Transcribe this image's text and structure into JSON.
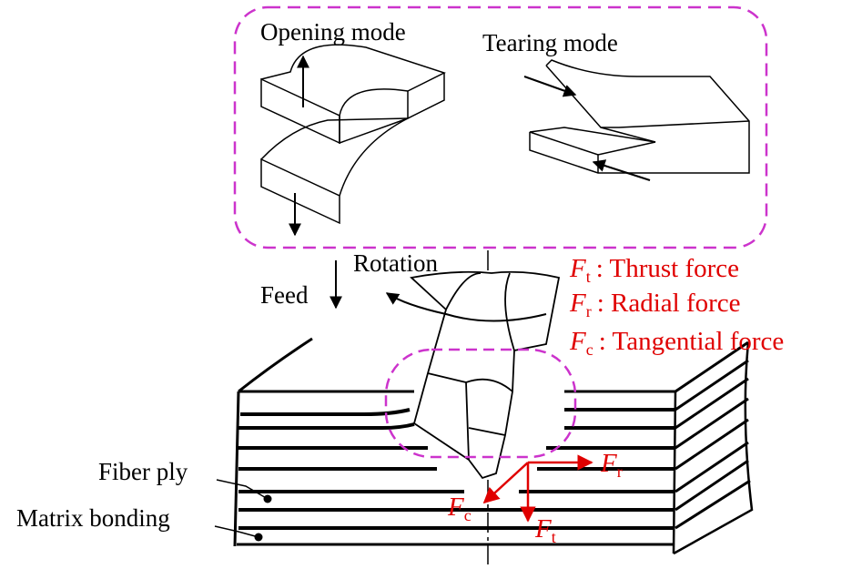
{
  "modes": {
    "opening": "Opening mode",
    "tearing": "Tearing mode"
  },
  "motion": {
    "feed": "Feed",
    "rotation": "Rotation"
  },
  "legend": {
    "ft": {
      "symbol": "F",
      "sub": "t",
      "desc": ": Thrust force"
    },
    "fr": {
      "symbol": "F",
      "sub": "r",
      "desc": ": Radial force"
    },
    "fc": {
      "symbol": "F",
      "sub": "c",
      "desc": ": Tangential force"
    }
  },
  "layers": {
    "fiber_ply": "Fiber ply",
    "matrix_bonding": "Matrix bonding"
  },
  "colors": {
    "force": "#e00000",
    "highlight": "#cc33cc",
    "ink": "#000000"
  }
}
